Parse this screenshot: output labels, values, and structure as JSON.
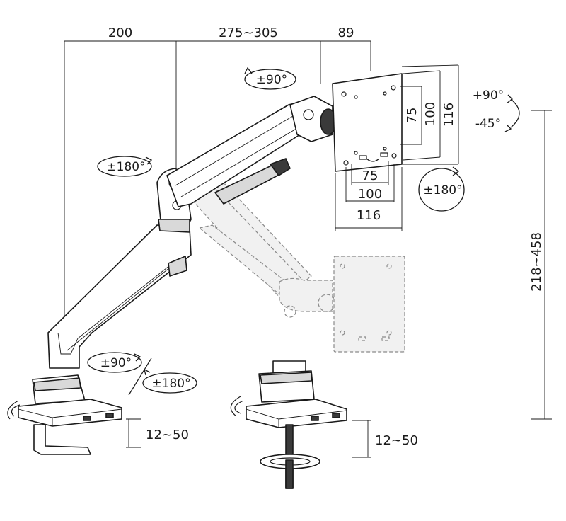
{
  "dimensions": {
    "arm_length_1": "200",
    "arm_length_2": "275~305",
    "arm_length_3": "89",
    "height_range": "218~458",
    "clamp_thickness_1": "12~50",
    "clamp_thickness_2": "12~50",
    "vesa_v_75": "75",
    "vesa_v_100": "100",
    "vesa_v_116": "116",
    "vesa_h_75": "75",
    "vesa_h_100": "100",
    "vesa_h_116": "116"
  },
  "rotations": {
    "arm_top": "±90°",
    "arm_joint": "±180°",
    "tilt_up": "+90°",
    "tilt_down": "-45°",
    "plate_rotate": "±180°",
    "base_swivel_1": "±90°",
    "base_swivel_2": "±180°"
  },
  "colors": {
    "line": "#1a1a1a",
    "ghost": "#8a8a8a",
    "fill_grey": "#d9d9d9"
  }
}
